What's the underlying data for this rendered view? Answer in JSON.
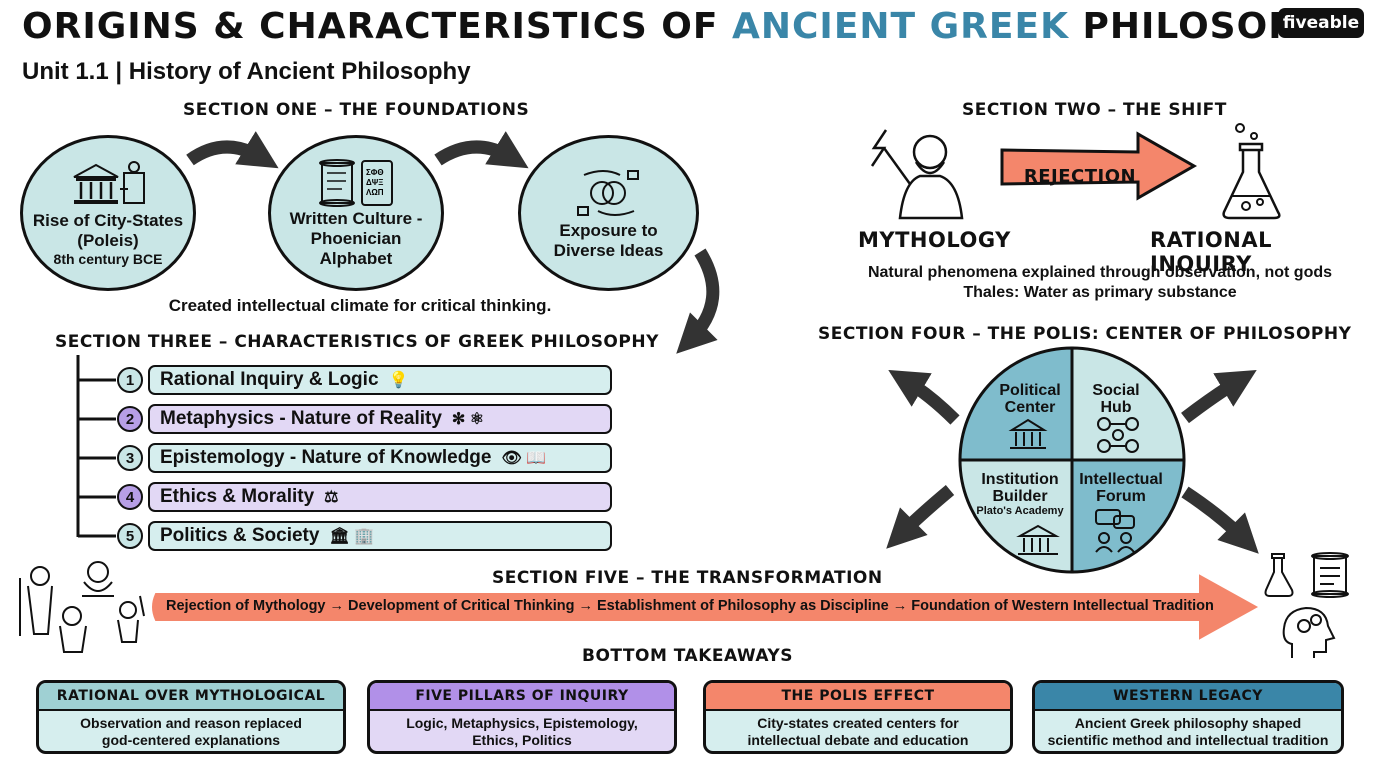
{
  "header": {
    "title_pre": "ORIGINS & CHARACTERISTICS OF ",
    "title_accent": "ANCIENT GREEK",
    "title_post": " PHILOSOPHY",
    "subtitle": "Unit 1.1 | History of Ancient Philosophy",
    "logo": "fiveable"
  },
  "section_one": {
    "heading": "SECTION ONE – THE FOUNDATIONS",
    "circles": [
      {
        "line1": "Rise of City-States",
        "line2": "(Poleis)",
        "line3": "8th century BCE"
      },
      {
        "line1": "Written Culture -",
        "line2": "Phoenician",
        "line3": "Alphabet"
      },
      {
        "line1": "Exposure to",
        "line2": "Diverse Ideas"
      }
    ],
    "caption": "Created intellectual climate for critical thinking."
  },
  "section_two": {
    "heading": "SECTION TWO – THE SHIFT",
    "arrow_label": "REJECTION",
    "left_label": "MYTHOLOGY",
    "right_label": "RATIONAL INQUIRY",
    "caption1": "Natural phenomena explained through observation, not gods",
    "caption2": "Thales: Water as primary substance"
  },
  "section_three": {
    "heading": "SECTION THREE – CHARACTERISTICS OF GREEK PHILOSOPHY",
    "items": [
      {
        "num": "1",
        "label": "Rational Inquiry & Logic"
      },
      {
        "num": "2",
        "label": "Metaphysics - Nature of Reality"
      },
      {
        "num": "3",
        "label": "Epistemology - Nature of Knowledge"
      },
      {
        "num": "4",
        "label": "Ethics & Morality"
      },
      {
        "num": "5",
        "label": "Politics & Society"
      }
    ]
  },
  "section_four": {
    "heading": "SECTION FOUR – THE POLIS: CENTER OF PHILOSOPHY",
    "quadrants": [
      {
        "line1": "Political",
        "line2": "Center"
      },
      {
        "line1": "Social",
        "line2": "Hub"
      },
      {
        "line1": "Institution",
        "line2": "Builder",
        "note": "Plato's Academy"
      },
      {
        "line1": "Intellectual",
        "line2": "Forum"
      }
    ]
  },
  "section_five": {
    "heading": "SECTION FIVE – THE TRANSFORMATION",
    "arrow_text": "Rejection of Mythology → Development of Critical Thinking → Establishment of Philosophy as Discipline → Foundation of Western Intellectual Tradition"
  },
  "takeaways": {
    "heading": "BOTTOM TAKEAWAYS",
    "cards": [
      {
        "title": "RATIONAL OVER MYTHOLOGICAL",
        "line1": "Observation and reason replaced",
        "line2": "god-centered explanations"
      },
      {
        "title": "FIVE PILLARS OF INQUIRY",
        "line1": "Logic, Metaphysics, Epistemology,",
        "line2": "Ethics, Politics"
      },
      {
        "title": "THE POLIS EFFECT",
        "line1": "City-states created centers for",
        "line2": "intellectual debate and education"
      },
      {
        "title": "WESTERN LEGACY",
        "line1": "Ancient Greek philosophy shaped",
        "line2": "scientific method and intellectual tradition"
      }
    ]
  },
  "colors": {
    "teal": "#c9e6e6",
    "purple": "#e2d8f5",
    "salmon": "#f4866b",
    "blue": "#3a86a8",
    "accent_text": "#3a86a8"
  }
}
